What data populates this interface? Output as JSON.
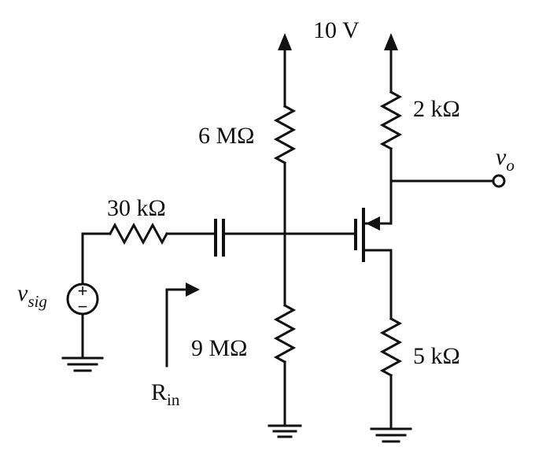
{
  "labels": {
    "supply": "10 V",
    "r_gate_top": "6 MΩ",
    "r_gate_bottom": "9 MΩ",
    "r_drain": "2 kΩ",
    "r_source": "5 kΩ",
    "r_sig": "30 kΩ",
    "vo_main": "v",
    "vo_sub": "o",
    "vsig_main": "v",
    "vsig_sub": "sig",
    "rin_main": "R",
    "rin_sub": "in"
  },
  "source_symbol": {
    "plus": "+",
    "minus": "−"
  }
}
